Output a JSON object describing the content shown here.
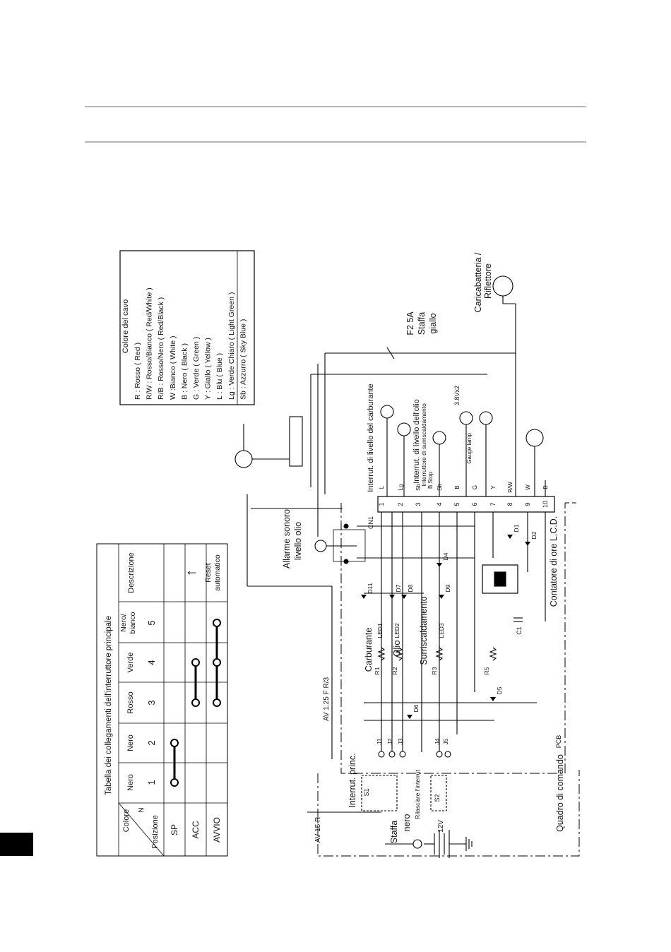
{
  "wire_color_legend": {
    "title": "Colore del cavo",
    "entries": [
      "R :    Rosso ( Red )",
      "R/W : Rosso/Bianco ( Red/White )",
      "R/B :  Rosso/Nero ( Red/Black )",
      "W :Bianco ( White )",
      "B : Nero ( Black )",
      "G : Verde ( Green )",
      "Y : Giallo ( Yellow )",
      "L : Blu ( Blue )",
      "Lg : Verde Chiaro ( Light Green )",
      "Sb : Azzurro ( Sky Blue )"
    ]
  },
  "switch_table": {
    "title": "Tabella dei collegamenti dell'interruttore principale",
    "corner_top": "Colore",
    "corner_n": "N",
    "corner_bottom": "Posizione",
    "color_row": [
      "Nero",
      "Nero",
      "Rosso",
      "Verde",
      "Nero/ bianco"
    ],
    "number_row": [
      "1",
      "2",
      "3",
      "4",
      "5"
    ],
    "description_header": "Descrizione",
    "rows": [
      {
        "position": "SP",
        "connected": [
          1,
          2
        ],
        "description": ""
      },
      {
        "position": "ACC",
        "connected": [
          3,
          4
        ],
        "description": ""
      },
      {
        "position": "AVVIO",
        "connected": [
          3,
          4,
          5
        ],
        "description": "Reset automatico"
      }
    ],
    "arrow_glyph": "↑"
  },
  "labels": {
    "charger": "Caricabatteria / Riflettore",
    "fuse_f2": "F2 5A",
    "staffa": "Staffa",
    "giallo": "giallo",
    "fuel_level_switch": "Interrut. di livello del carburante",
    "oil_level_switch": "Interrut. di livello dell'olio",
    "overheat_switch": "Interruttore di surriscaldamento",
    "oil_alarm": "Allarme sonoro livello olio",
    "hour_counter": "Contatore di ore L.C.D.",
    "carburante": "Carburante",
    "olio": "Olio",
    "surriscaldamento": "Surriscaldamento",
    "main_switch": "Interrut. princ.",
    "release_switch": "Rilasciare l'interrut",
    "staffa_nero": "Staffa nero",
    "control_panel": "Quadro di comando",
    "battery": "12V",
    "fuse_av15": "AV 15 R",
    "fuse_av125": "AV 1.25 F  R/3",
    "connector_cn1": "CN1",
    "pcb": "PCB",
    "gauge_lamp": "Gauge lamp",
    "b_stop": "B Stop",
    "lamp_rating": "3.8Vx2"
  },
  "cn1_pins": [
    "1",
    "2",
    "3",
    "4",
    "5",
    "6",
    "7",
    "8",
    "9",
    "10"
  ],
  "cn1_wires": [
    "L",
    "Lg",
    "Sb",
    "Sb",
    "B",
    "G",
    "Y",
    "R/W",
    "W",
    "B"
  ],
  "components": {
    "diodes": [
      "D11",
      "D7",
      "D8",
      "D4",
      "D9",
      "D1",
      "D2",
      "D5",
      "D6"
    ],
    "leds": [
      "LED1",
      "LED2",
      "LED3"
    ],
    "resistors": [
      "R1",
      "R2",
      "R3",
      "R5"
    ],
    "capacitor": "C1",
    "terminals": [
      "J1",
      "J2",
      "J3",
      "J4",
      "J5"
    ],
    "switches": [
      "S1",
      "S2"
    ]
  }
}
